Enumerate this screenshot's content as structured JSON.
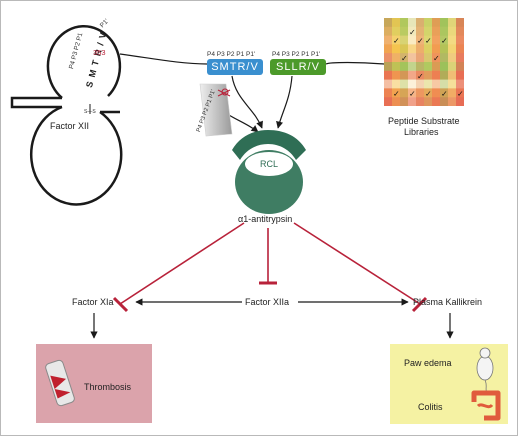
{
  "colors": {
    "inhibit": "#b8223a",
    "arrow": "#1a1a1a",
    "serpin": "#3f7d63",
    "pill_blue": "#3a8fcf",
    "pill_green": "#4c9a2a",
    "thrombosis_bg": "#dba3ab",
    "inflammation_bg": "#f5f2a3"
  },
  "factor_xii": {
    "label": "Factor XII",
    "positions": "P4 P3 P2 P1",
    "p1_prime": "P1'",
    "sequence": "S M T R / V",
    "residue_number": "353",
    "disulfide": "S—S"
  },
  "variants": {
    "positions": "P4 P3 P2 P1   P1'",
    "smtr": "SMTR/V",
    "sllr": "SLLR/V"
  },
  "cleaved_label": "P4 P3 P2 P1 P1'",
  "libraries": {
    "label_line1": "Peptide Substrate",
    "label_line2": "Libraries"
  },
  "serpin": {
    "rcl": "RCL",
    "name": "α1-antitrypsin"
  },
  "nodes": {
    "fxia": "Factor XIa",
    "fxiia": "Factor XIIa",
    "pk": "Plasma Kallikrein"
  },
  "outcomes": {
    "thrombosis": "Thrombosis",
    "paw_edema": "Paw edema",
    "colitis": "Colitis"
  }
}
